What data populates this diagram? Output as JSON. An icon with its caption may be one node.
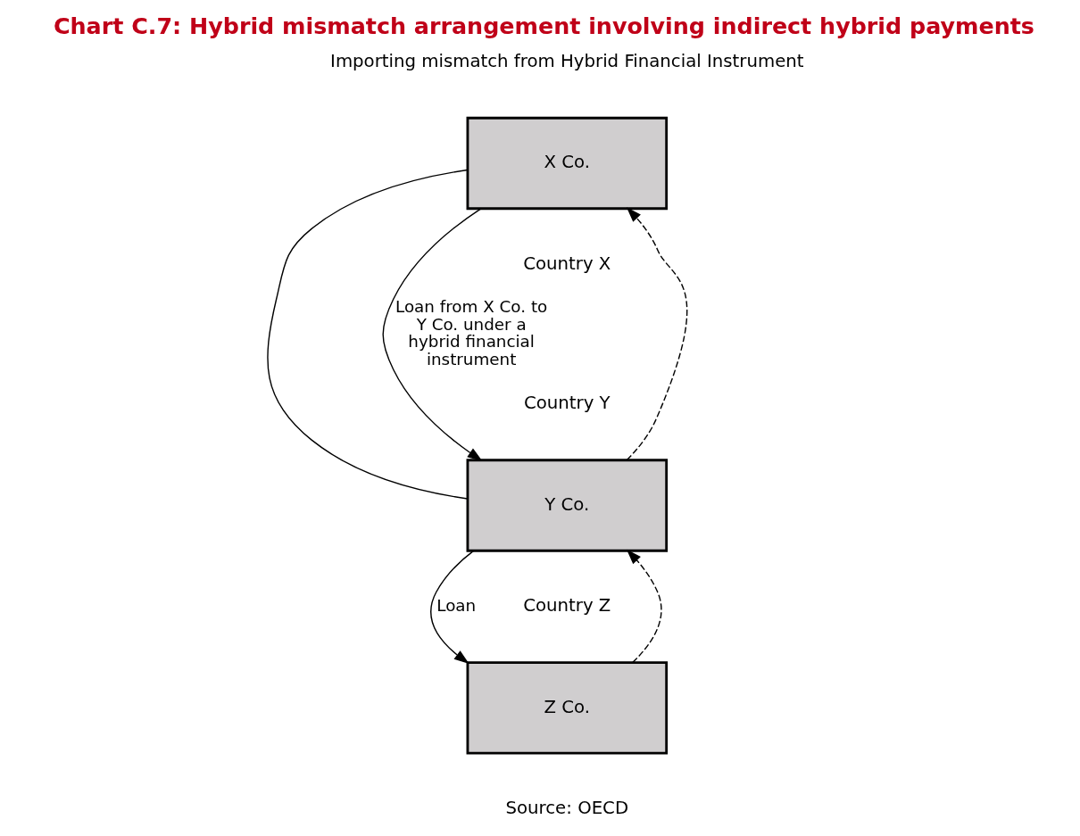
{
  "diagram": {
    "title": "Chart C.7: Hybrid mismatch arrangement involving indirect hybrid payments",
    "nodes": [
      {
        "text": [
          "X Co."
        ]
      },
      {
        "text": [
          "Y Co."
        ]
      },
      {
        "text": [
          "Z Co."
        ]
      }
    ],
    "edges": [
      {
        "from": 0,
        "to": 1,
        "arrow": "none"
      },
      {
        "from": 0,
        "to": 1,
        "arrow": "to",
        "label": "Loan from X Co. to Y Co. under a hybrid financial instrument"
      },
      {
        "from": 1,
        "to": 0,
        "arrow": "to",
        "style": "dashed"
      },
      {
        "from": 1,
        "to": 2,
        "arrow": "to",
        "label": "Loan"
      },
      {
        "from": 2,
        "to": 1,
        "arrow": "to",
        "style": "dashed"
      }
    ],
    "labels": [
      "Importing mismatch from Hybrid Financial Instrument",
      "Country X",
      "Country Y",
      "Country Z",
      "Source: OECD"
    ]
  }
}
